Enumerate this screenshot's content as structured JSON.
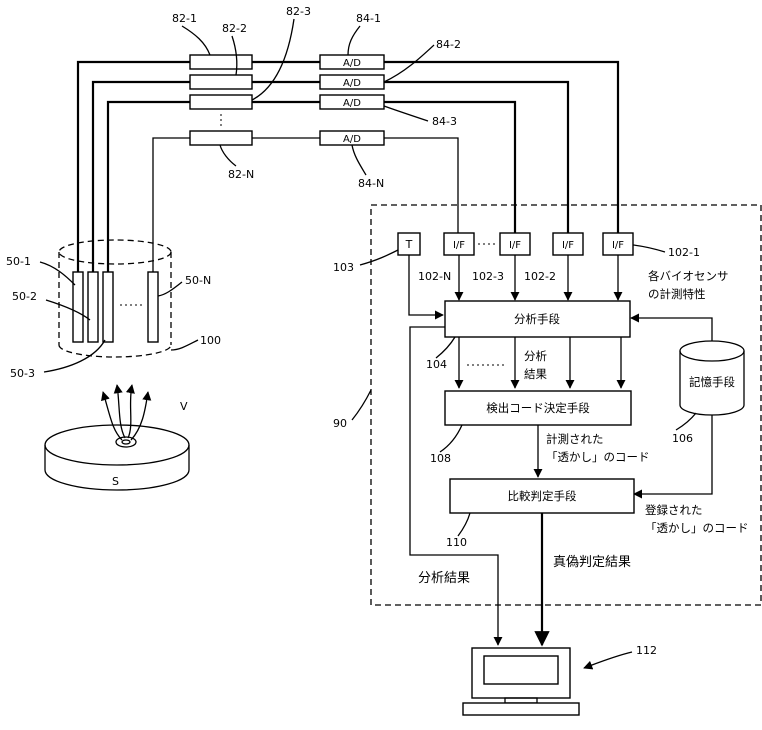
{
  "labels": {
    "amp_1": "82-1",
    "amp_2": "82-2",
    "amp_3": "82-3",
    "amp_n": "82-N",
    "ad_1_ref": "84-1",
    "ad_2_ref": "84-2",
    "ad_3_ref": "84-3",
    "ad_n_ref": "84-N",
    "ad_text": "A/D",
    "sensor_1": "50-1",
    "sensor_2": "50-2",
    "sensor_3": "50-3",
    "sensor_n": "50-N",
    "sensor_holder": "100",
    "sample": "S",
    "vapor": "V",
    "device": "90",
    "timer_box": "T",
    "timer_ref": "103",
    "if_text": "I/F",
    "if_1": "102-1",
    "if_2": "102-2",
    "if_3": "102-3",
    "if_n": "102-N",
    "storage_ref": "106",
    "analysis_ref": "104",
    "code_ref": "108",
    "compare_ref": "110",
    "display_ref": "112"
  },
  "blocks": {
    "analysis": "分析手段",
    "code_determination": "検出コード決定手段",
    "comparison": "比較判定手段",
    "storage": "記憶手段"
  },
  "annotations": {
    "characteristics_1": "各バイオセンサ",
    "characteristics_2": "の計測特性",
    "analysis_result_1": "分析",
    "analysis_result_2": "結果",
    "measured_1": "計測された",
    "measured_2": "「透かし」のコード",
    "registered_1": "登録された",
    "registered_2": "「透かし」のコード",
    "authenticity_result": "真偽判定結果",
    "analysis_result_out": "分析結果"
  }
}
